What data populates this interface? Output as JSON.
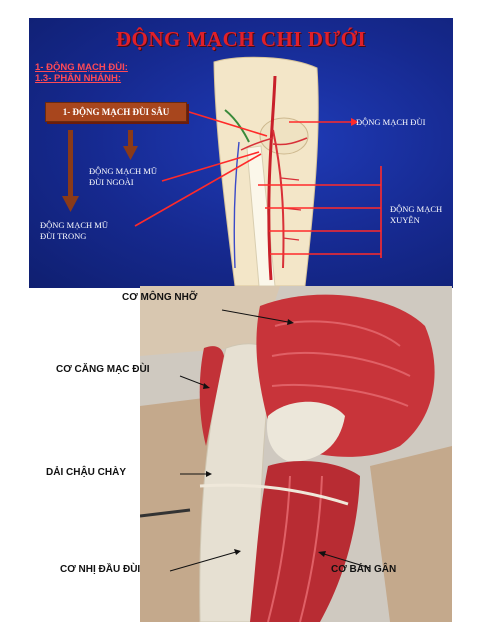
{
  "slide": {
    "title": "ĐỘNG MẠCH CHI DƯỚI",
    "heading_1": "1- ĐỘNG MẠCH ĐÙI:",
    "heading_2": "1.3- PHÂN NHÁNH:",
    "box_label": "1- ĐỘNG MẠCH ĐÙI SÂU",
    "labels": {
      "dong_mach_dui": "ĐỘNG MẠCH ĐÙI",
      "mu_dui_ngoai_1": "ĐỘNG MẠCH MŨ",
      "mu_dui_ngoai_2": "ĐÙI NGOÀI",
      "mu_dui_trong_1": "ĐỘNG MẠCH MŨ",
      "mu_dui_trong_2": "ĐÙI TRONG",
      "xuyen_1": "ĐỘNG MẠCH",
      "xuyen_2": "XUYÊN"
    },
    "colors": {
      "background": "#16298f",
      "title": "#e0202a",
      "box": "#a8461d",
      "arrow": "#ff2a2a",
      "down_arrow": "#8a3a18"
    }
  },
  "photo": {
    "labels": {
      "co_mong_nho": "CƠ MÔNG NHỠ",
      "co_cang_mac_dui": "CƠ CĂNG MẠC ĐÙI",
      "dai_chau_chay": "DẢI CHẬU CHÀY",
      "co_nhi_dau_dui": "CƠ NHỊ ĐẦU ĐÙI",
      "co_ban_gan": "CƠ BÁN GÂN"
    },
    "colors": {
      "muscle": "#c8343a",
      "fascia": "#e6e0d2",
      "label": "#111111"
    }
  }
}
